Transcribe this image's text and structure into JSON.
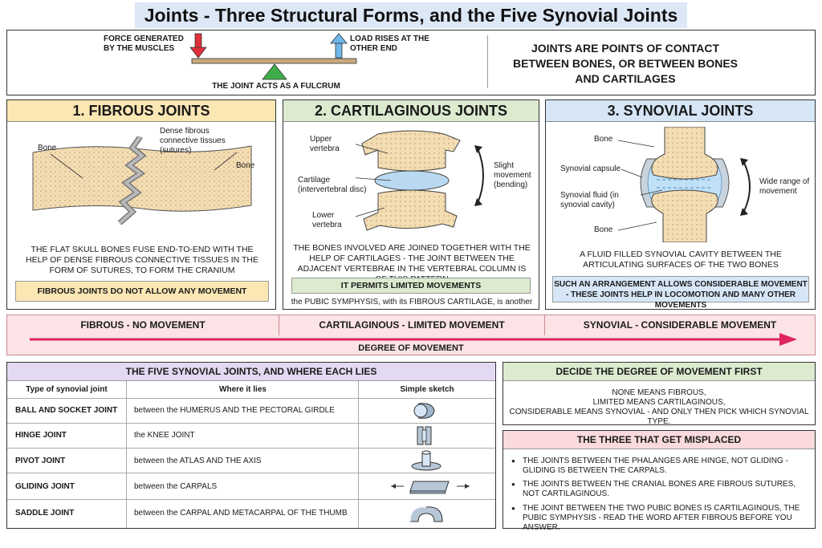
{
  "title": "Joints - Three Structural Forms, and the Five Synovial Joints",
  "lever": {
    "force": "FORCE GENERATED BY THE MUSCLES",
    "load": "LOAD RISES AT THE OTHER END",
    "fulcrum": "THE JOINT ACTS AS A FULCRUM"
  },
  "definition": "JOINTS ARE POINTS OF CONTACT BETWEEN BONES, OR BETWEEN BONES AND CARTILAGES",
  "fibrous": {
    "title": "1. FIBROUS JOINTS",
    "labels": {
      "bone_left": "Bone",
      "bone_right": "Bone",
      "tissue": "Dense fibrous connective tissues (sutures)"
    },
    "description": "THE FLAT SKULL BONES FUSE END-TO-END WITH THE HELP OF DENSE FIBROUS CONNECTIVE TISSUES IN THE FORM OF SUTURES, TO FORM THE CRANIUM",
    "highlight": "FIBROUS JOINTS DO NOT ALLOW ANY MOVEMENT",
    "color": "#fbe7b4"
  },
  "cartilaginous": {
    "title": "2. CARTILAGINOUS JOINTS",
    "labels": {
      "upper": "Upper vertebra",
      "cartilage": "Cartilage (intervertebral disc)",
      "lower": "Lower vertebra",
      "movement": "Slight movement (bending)"
    },
    "description": "THE BONES INVOLVED ARE JOINED TOGETHER WITH THE HELP OF CARTILAGES - THE JOINT BETWEEN THE ADJACENT VERTEBRAE IN THE VERTEBRAL COLUMN IS OF THIS PATTERN",
    "highlight": "IT PERMITS LIMITED MOVEMENTS",
    "note": "the PUBIC SYMPHYSIS, with its FIBROUS CARTILAGE, is another",
    "color": "#dcebcf"
  },
  "synovial": {
    "title": "3. SYNOVIAL JOINTS",
    "labels": {
      "bone_top": "Bone",
      "capsule": "Synovial capsule",
      "fluid": "Synovial fluid (in synovial cavity)",
      "bone_bottom": "Bone",
      "movement": "Wide range of movement"
    },
    "description": "A FLUID FILLED SYNOVIAL CAVITY BETWEEN THE ARTICULATING SURFACES OF THE TWO BONES",
    "highlight": "SUCH AN ARRANGEMENT ALLOWS CONSIDERABLE MOVEMENT - THESE JOINTS HELP IN LOCOMOTION AND MANY OTHER MOVEMENTS",
    "color": "#d6e6f7"
  },
  "degree": {
    "fibrous": "FIBROUS - NO MOVEMENT",
    "cartilaginous": "CARTILAGINOUS - LIMITED MOVEMENT",
    "synovial": "SYNOVIAL - CONSIDERABLE MOVEMENT",
    "axis": "DEGREE OF MOVEMENT"
  },
  "table": {
    "title": "THE FIVE SYNOVIAL JOINTS, AND WHERE EACH LIES",
    "headers": [
      "Type of synovial joint",
      "Where it lies",
      "Simple sketch"
    ],
    "rows": [
      {
        "type": "BALL AND SOCKET JOINT",
        "where": "between the HUMERUS AND THE PECTORAL GIRDLE",
        "sketch": "ball-socket-icon"
      },
      {
        "type": "HINGE JOINT",
        "where": "the KNEE JOINT",
        "sketch": "hinge-icon"
      },
      {
        "type": "PIVOT JOINT",
        "where": "between the ATLAS AND THE AXIS",
        "sketch": "pivot-icon"
      },
      {
        "type": "GLIDING JOINT",
        "where": "between the CARPALS",
        "sketch": "gliding-icon"
      },
      {
        "type": "SADDLE JOINT",
        "where": "between the CARPAL AND METACARPAL OF THE THUMB",
        "sketch": "saddle-icon"
      }
    ]
  },
  "decide": {
    "title": "DECIDE THE DEGREE OF MOVEMENT FIRST",
    "lines": [
      "NONE MEANS FIBROUS,",
      "LIMITED MEANS CARTILAGINOUS,",
      "CONSIDERABLE MEANS SYNOVIAL - AND ONLY THEN PICK WHICH SYNOVIAL TYPE."
    ]
  },
  "misplaced": {
    "title": "THE THREE THAT GET MISPLACED",
    "items": [
      "THE JOINTS BETWEEN THE PHALANGES ARE HINGE, NOT GLIDING - GLIDING IS BETWEEN THE CARPALS.",
      "THE JOINTS BETWEEN THE CRANIAL BONES ARE FIBROUS SUTURES, NOT CARTILAGINOUS.",
      "THE JOINT BETWEEN THE TWO PUBIC BONES IS CARTILAGINOUS, THE PUBIC SYMPHYSIS - READ THE WORD AFTER FIBROUS BEFORE YOU ANSWER."
    ]
  },
  "colors": {
    "table_head": "#e3d9f2",
    "decide_head": "#dcebcf",
    "misplaced_head": "#fadadd",
    "arrow": "#e0245e"
  }
}
